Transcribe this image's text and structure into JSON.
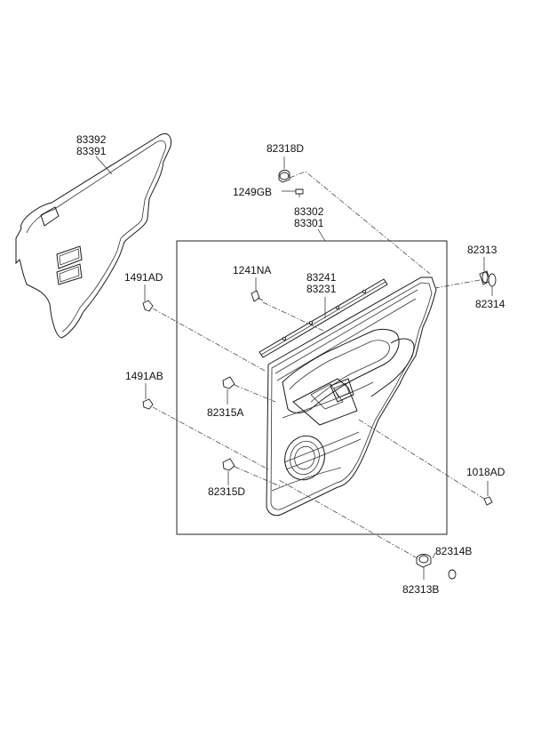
{
  "labels": {
    "p83392": "83392",
    "p83391": "83391",
    "p82318D": "82318D",
    "p1249GB": "1249GB",
    "p83302": "83302",
    "p83301": "83301",
    "p82313": "82313",
    "p82314": "82314",
    "p1491AD": "1491AD",
    "p1241NA": "1241NA",
    "p83241": "83241",
    "p83231": "83231",
    "p1491AB": "1491AB",
    "p82315A": "82315A",
    "p1018AD": "1018AD",
    "p82315D": "82315D",
    "p82314B": "82314B",
    "p82313B": "82313B"
  }
}
